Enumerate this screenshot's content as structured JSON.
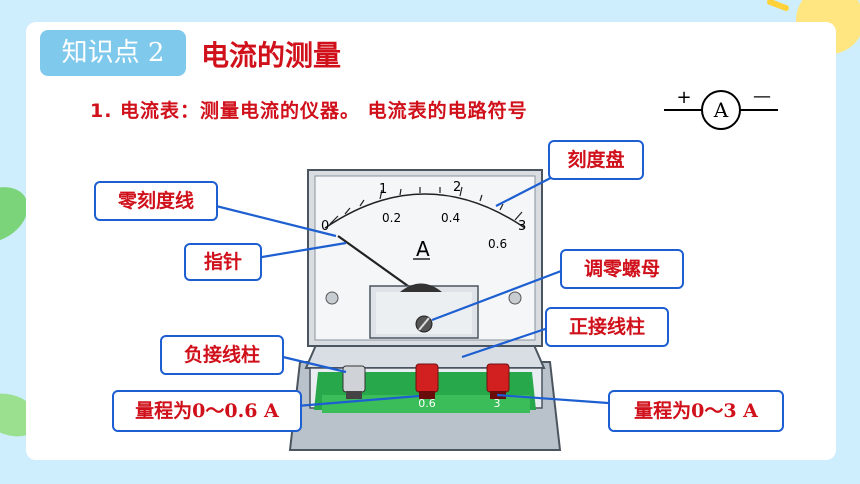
{
  "header": {
    "badge": "知识点 2",
    "title": "电流的测量"
  },
  "subtitle": "1. 电流表：测量电流的仪器。 电流表的电路符号",
  "symbol": {
    "plus": "+",
    "letter": "A",
    "minus": "—"
  },
  "callouts": {
    "dial": "刻度盘",
    "zero_line": "零刻度线",
    "pointer": "指针",
    "zero_screw": "调零螺母",
    "positive_terminal": "正接线柱",
    "negative_terminal": "负接线柱",
    "range_small": "量程为0～0.6 A",
    "range_large": "量程为0～3 A"
  },
  "scale": {
    "upper": [
      "0",
      "1",
      "2",
      "3"
    ],
    "lower": [
      "0.2",
      "0.4",
      "0.6"
    ],
    "unit": "A"
  },
  "terminal_labels": [
    "0.6",
    "3"
  ],
  "colors": {
    "title_red": "#d0101a",
    "badge_blue": "#7fc9ec",
    "callout_border": "#1d5fd1",
    "base_green": "#27a84a"
  }
}
